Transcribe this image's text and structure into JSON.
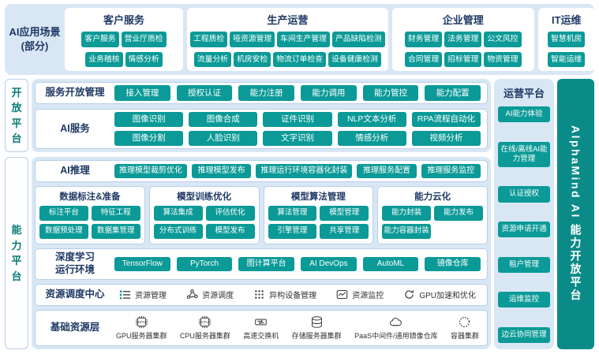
{
  "colors": {
    "teal": "#0b9a97",
    "teal-dark": "#0a8b88",
    "band": "#d9e7f5",
    "panel-border": "#b7cfe9",
    "navy": "#1f3864",
    "ink": "#333333"
  },
  "scenarios": {
    "label_line1": "AI应用场景",
    "label_line2": "(部分)",
    "groups": [
      {
        "title": "客户服务",
        "rows": [
          [
            "客户服务",
            "营业厅质检"
          ],
          [
            "业务稽核",
            "情感分析"
          ]
        ]
      },
      {
        "title": "生产运营",
        "rows": [
          [
            "工程质检",
            "哑资源管理",
            "车间生产管理",
            "产品缺陷检测"
          ],
          [
            "流量分析",
            "机房安检",
            "物流订单检查",
            "设备健康检测"
          ]
        ]
      },
      {
        "title": "企业管理",
        "rows": [
          [
            "财务管理",
            "法务管理",
            "公文风控"
          ],
          [
            "合同管理",
            "招标管理",
            "物资管理"
          ]
        ]
      },
      {
        "title": "IT运维",
        "rows": [
          [
            "智慧机房"
          ],
          [
            "智能运维"
          ]
        ]
      }
    ]
  },
  "open_platform": {
    "side_label": "开放平台",
    "service_mgmt": {
      "label": "服务开放管理",
      "items": [
        "接入管理",
        "授权认证",
        "能力注册",
        "能力调用",
        "能力管控",
        "能力配置"
      ]
    },
    "ai_services": {
      "label": "AI服务",
      "items": [
        "图像识别",
        "图像合成",
        "证件识别",
        "NLP文本分析",
        "RPA流程自动化",
        "图像分割",
        "人脸识别",
        "文字识别",
        "情感分析",
        "视频分析"
      ]
    }
  },
  "capability_platform": {
    "side_label": "能力平台",
    "ai_inference": {
      "label": "AI推理",
      "items": [
        "推理模型裁剪优化",
        "推理模型发布",
        "推理运行环境容器化封装",
        "推理服务配置",
        "推理服务监控"
      ]
    },
    "panels": [
      {
        "title": "数据标注&准备",
        "items": [
          "标注平台",
          "特征工程",
          "数据预处理",
          "数据集管理"
        ]
      },
      {
        "title": "模型训练优化",
        "items": [
          "算法集成",
          "评估优化",
          "分布式训练",
          "模型发布"
        ]
      },
      {
        "title": "模型算法管理",
        "items": [
          "算法管理",
          "模型管理",
          "引擎管理",
          "共享管理"
        ]
      },
      {
        "title": "能力云化",
        "items": [
          "能力封装",
          "能力发布",
          "能力容器封装"
        ]
      }
    ],
    "dl_runtime": {
      "label_line1": "深度学习",
      "label_line2": "运行环境",
      "items": [
        "TensorFlow",
        "PyTorch",
        "图计算平台",
        "AI DevOps",
        "AutoML",
        "镜像仓库"
      ]
    },
    "resource_center": {
      "label": "资源调度中心",
      "items": [
        {
          "icon": "list-icon",
          "label": "资源管理"
        },
        {
          "icon": "schedule-icon",
          "label": "资源调度"
        },
        {
          "icon": "devices-icon",
          "label": "异构设备管理"
        },
        {
          "icon": "monitor-icon",
          "label": "资源监控"
        },
        {
          "icon": "gpu-accel-icon",
          "label": "GPU加速和优化"
        }
      ]
    },
    "base_resources": {
      "label": "基础资源层",
      "items": [
        {
          "icon": "gpu-server-icon",
          "label": "GPU服务器集群"
        },
        {
          "icon": "cpu-server-icon",
          "label": "CPU服务器集群"
        },
        {
          "icon": "switch-icon",
          "label": "高速交换机"
        },
        {
          "icon": "storage-icon",
          "label": "存储服务器集群"
        },
        {
          "icon": "paas-icon",
          "label": "PaaS中间件/通用镜像仓库"
        },
        {
          "icon": "container-icon",
          "label": "容器集群"
        }
      ]
    }
  },
  "operations_platform": {
    "title": "运营平台",
    "items": [
      "AI能力体验",
      "在线/离线AI能力管理",
      "认证授权",
      "资源申请开通",
      "租户管理",
      "运维监控",
      "边云协同管理"
    ]
  },
  "brand": {
    "vertical_title": "AlphaMind AI 能力开放平台"
  }
}
